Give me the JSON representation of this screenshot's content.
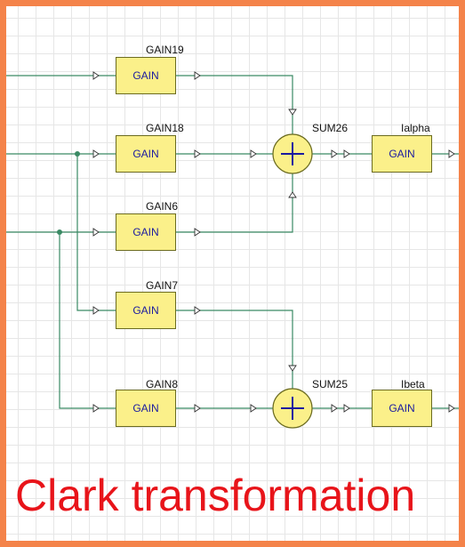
{
  "blocks": {
    "gain19": {
      "name": "GAIN19",
      "text": "GAIN"
    },
    "gain18": {
      "name": "GAIN18",
      "text": "GAIN"
    },
    "gain6": {
      "name": "GAIN6",
      "text": "GAIN"
    },
    "gain7": {
      "name": "GAIN7",
      "text": "GAIN"
    },
    "gain8": {
      "name": "GAIN8",
      "text": "GAIN"
    },
    "ialpha": {
      "name": "Ialpha",
      "text": "GAIN"
    },
    "ibeta": {
      "name": "Ibeta",
      "text": "GAIN"
    }
  },
  "sums": {
    "sum26": {
      "name": "SUM26",
      "symbol": "+"
    },
    "sum25": {
      "name": "SUM25",
      "symbol": "+"
    }
  },
  "caption": "Clark transformation",
  "colors": {
    "border": "#f4834a",
    "wire": "#3a8a64",
    "block_fill": "#fbf08a",
    "block_text": "#1a1aa0",
    "caption": "#e8141a"
  }
}
